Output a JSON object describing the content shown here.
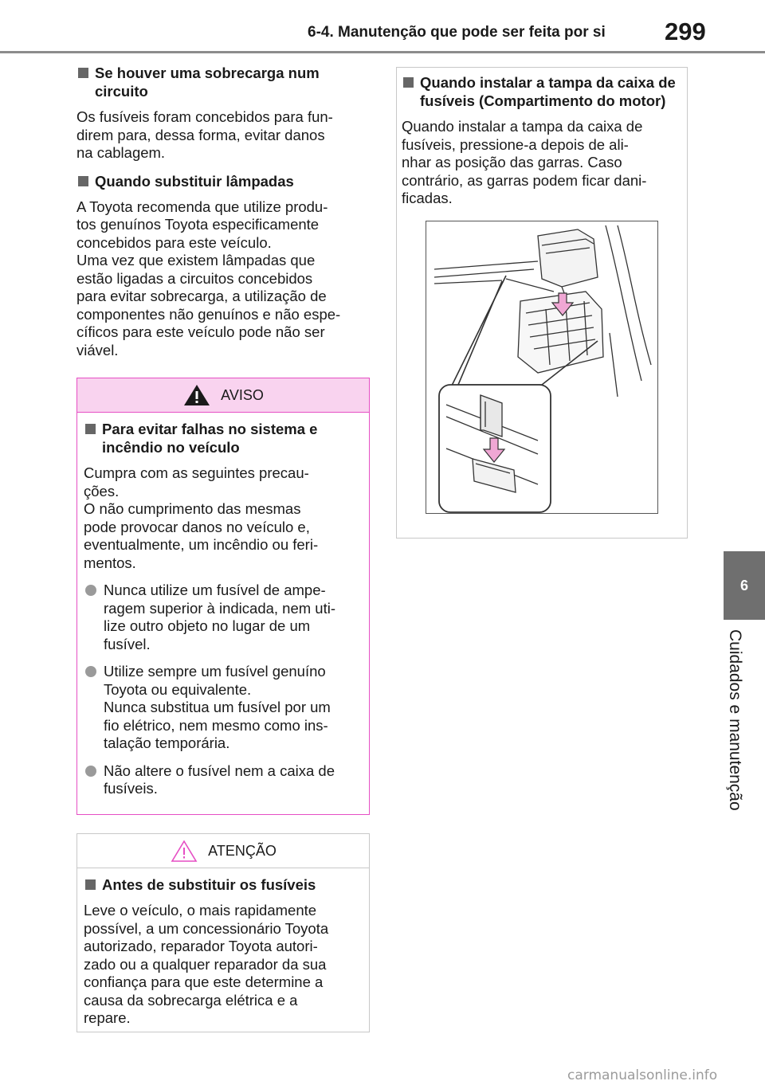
{
  "header": {
    "section_title": "6-4. Manutenção que pode ser feita por si",
    "page_number": "299"
  },
  "side_tab": {
    "number": "6",
    "label": "Cuidados e manutenção"
  },
  "left": {
    "s1_heading": "Se houver uma sobrecarga num circuito",
    "s1_text": "Os fusíveis foram concebidos para fun-\ndirem para, dessa forma, evitar danos\nna cablagem.",
    "s2_heading": "Quando substituir lâmpadas",
    "s2_text": "A Toyota recomenda que utilize produ-\ntos genuínos Toyota especificamente\nconcebidos para este veículo.\nUma vez que existem lâmpadas que\nestão ligadas a circuitos concebidos\npara evitar sobrecarga, a utilização de\ncomponentes não genuínos e não espe-\ncíficos para este veículo pode não ser\nviável."
  },
  "warning": {
    "title": "AVISO",
    "heading": "Para evitar falhas no sistema e incêndio no veículo",
    "intro": "Cumpra com as seguintes precau-\nções.\nO não cumprimento das mesmas\npode provocar danos no veículo e,\neventualmente, um incêndio ou feri-\nmentos.",
    "bullets": [
      "Nunca utilize um fusível de ampe-\nragem superior à indicada, nem uti-\nlize outro objeto no lugar de um\nfusível.",
      "Utilize sempre um fusível genuíno\nToyota ou equivalente.\nNunca substitua um fusível por um\nfio elétrico, nem mesmo como ins-\ntalação temporária.",
      "Não altere o fusível nem a caixa de\nfusíveis."
    ]
  },
  "caution": {
    "title": "ATENÇÃO",
    "heading": "Antes de substituir os fusíveis",
    "text": "Leve o veículo, o mais rapidamente\npossível, a um concessionário Toyota\nautorizado, reparador Toyota autori-\nzado ou a qualquer reparador da sua\nconfiança para que este determine a\ncausa da sobrecarga elétrica e a\nrepare."
  },
  "right": {
    "heading": "Quando instalar a tampa da caixa de fusíveis (Compartimento do motor)",
    "text": "Quando instalar a tampa da caixa de\nfusíveis, pressione-a depois de ali-\nnhar as posição das garras. Caso\ncontrário, as garras podem ficar dani-\nficadas."
  },
  "icons": {
    "bullet_square": "square-bullet-icon",
    "warning": "warning-triangle-icon",
    "caution": "caution-triangle-icon",
    "bullet_dot": "round-bullet-icon"
  },
  "colors": {
    "warning_border": "#e64fc4",
    "warning_fill": "#f9d3ef",
    "arrow_fill": "#f0a7d4",
    "side_tab": "#6f6f6f"
  },
  "watermark": "carmanualsonline.info"
}
